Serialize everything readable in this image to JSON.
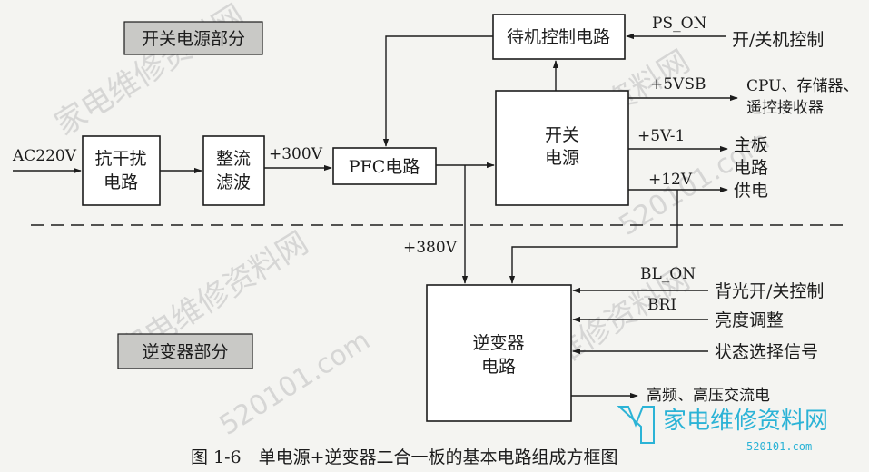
{
  "sections": {
    "switching_power": "开关电源部分",
    "inverter": "逆变器部分"
  },
  "blocks": {
    "emi_line1": "抗干扰",
    "emi_line2": "电路",
    "rect_line1": "整流",
    "rect_line2": "滤波",
    "pfc": "PFC电路",
    "standby": "待机控制电路",
    "smps_line1": "开关",
    "smps_line2": "电源",
    "inv_line1": "逆变器",
    "inv_line2": "电路"
  },
  "signals": {
    "ac_in": "AC220V",
    "v300": "+300V",
    "v380": "+380V",
    "ps_on": "PS_ON",
    "v5vsb": "+5VSB",
    "v5v1": "+5V-1",
    "v12": "+12V",
    "bl_on": "BL_ON",
    "bri": "BRI"
  },
  "outputs": {
    "onoff_ctrl": "开/关机控制",
    "cpu_line1": "CPU、存储器、",
    "cpu_line2": "遥控接收器",
    "main_line1": "主板",
    "main_line2": "电路",
    "main_line3": "供电",
    "backlight": "背光开/关控制",
    "brightness": "亮度调整",
    "status": "状态选择信号",
    "hv_ac": "高频、高压交流电"
  },
  "caption": "图 1-6　单电源+逆变器二合一板的基本电路组成方框图",
  "watermark": {
    "site_cn": "家电维修资料网",
    "url": "520101.com"
  },
  "logo": {
    "site_cn": "家电维修资料网",
    "url": "520101.com"
  }
}
